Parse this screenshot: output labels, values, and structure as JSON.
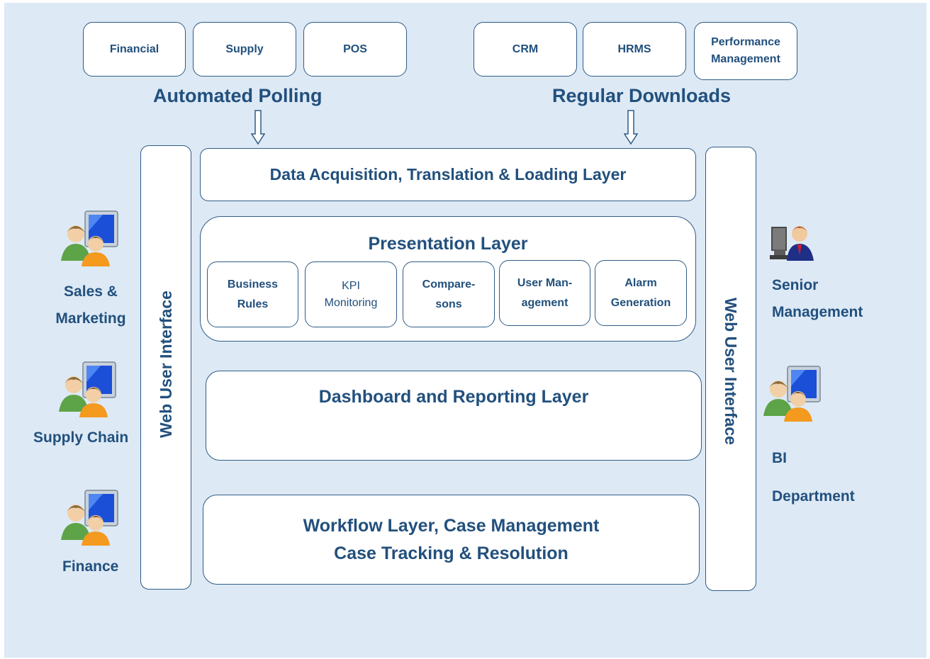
{
  "sources_left": [
    "Financial",
    "Supply",
    "POS"
  ],
  "sources_right": [
    "CRM",
    "HRMS",
    "Performance Management"
  ],
  "polling_label": "Automated Polling",
  "downloads_label": "Regular Downloads",
  "web_ui_label": "Web User Interface",
  "layers": {
    "acquisition": "Data Acquisition, Translation & Loading Layer",
    "presentation": {
      "title": "Presentation Layer",
      "modules": [
        "Business Rules",
        "KPI Monitoring",
        "Compare-sons",
        "User Man-agement",
        "Alarm Generation"
      ]
    },
    "dashboard": "Dashboard and Reporting Layer",
    "workflow": [
      "Workflow Layer, Case Management",
      "Case Tracking & Resolution"
    ]
  },
  "users_left": [
    "Sales & Marketing",
    "Supply Chain",
    "Finance"
  ],
  "users_right": [
    "Senior Management",
    "BI Department"
  ],
  "colors": {
    "text": "#22507d",
    "border": "#2f5c86",
    "background": "#dde9f5"
  }
}
